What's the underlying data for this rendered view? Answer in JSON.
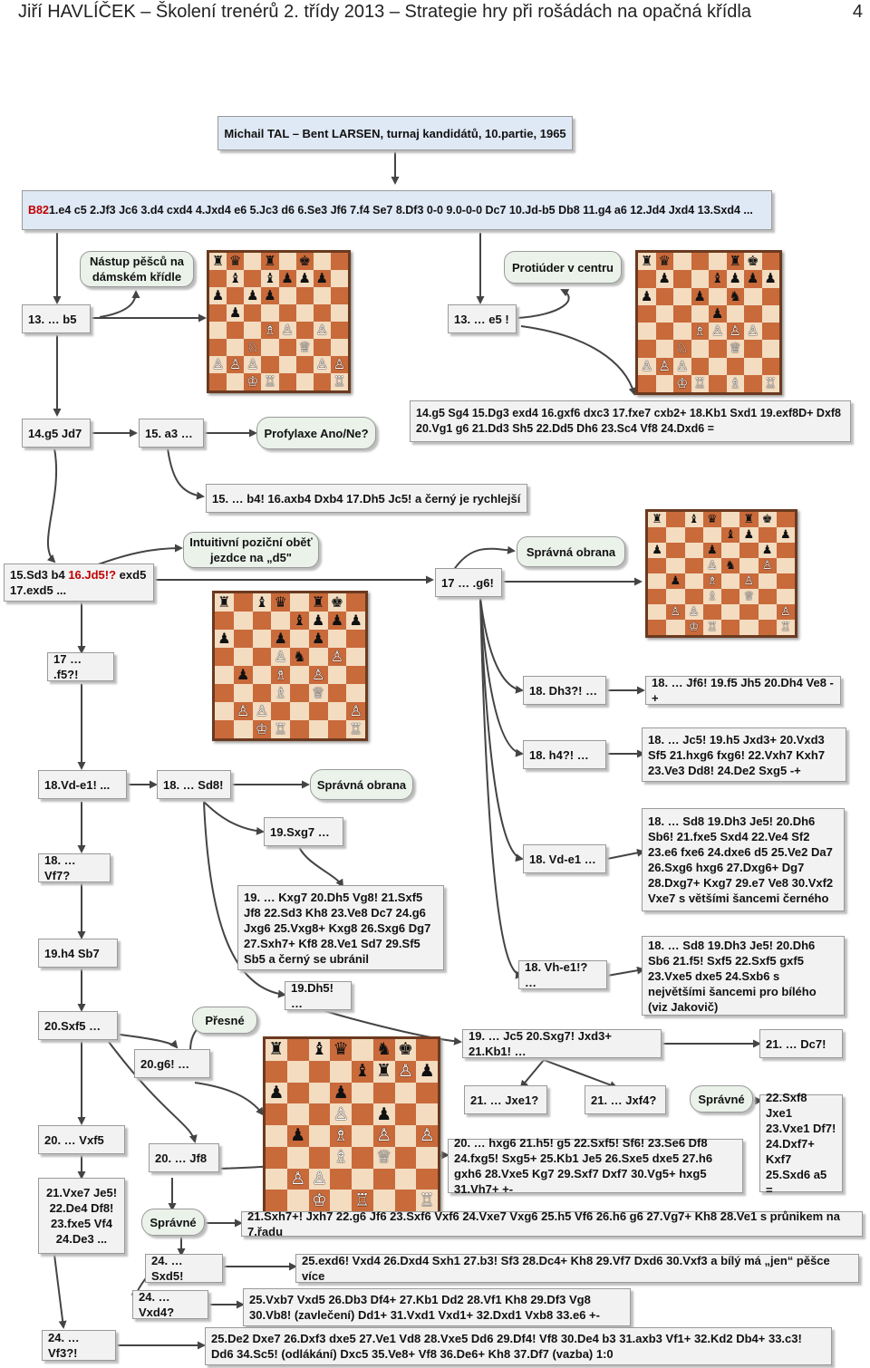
{
  "header": {
    "title": "Jiří HAVLÍČEK – Školení trenérů 2. třídy 2013 – Strategie hry při rošádách na opačná křídla",
    "page": "4"
  },
  "game": "Michail TAL – Bent LARSEN, turnaj kandidátů, 10.partie, 1965",
  "opening": {
    "eco": "B82",
    "moves": " 1.e4 c5 2.Jf3 Jc6 3.d4 cxd4 4.Jxd4 e6 5.Jc3 d6 6.Se3 Jf6 7.f4 Se7 8.Df3 0-0 9.0-0-0 Dc7 10.Jd-b5 Db8 11.g4 a6 12.Jd4 Jxd4 13.Sxd4 ..."
  },
  "callouts": {
    "c1": "Nástup pěšců na\ndámském křídle",
    "c2": "Protiúder v centru",
    "c3": "Profylaxe  Ano/Ne?",
    "c4": "Intuitivní poziční oběť\njezdce na „d5\"",
    "c5": "Správná obrana",
    "c6": "Správná obrana",
    "c7": "Přesné",
    "c8": "Správné",
    "c9": "Správné"
  },
  "boxes": {
    "b1": "13. … b5",
    "b2": "13. … e5 !",
    "b3": "14.g5 Jd7",
    "b4": "15. a3 …",
    "b5": "14.g5 Sg4 15.Dg3 exd4 16.gxf6 dxc3 17.fxe7 cxb2+ 18.Kb1 Sxd1 19.exf8D+ Dxf8 20.Vg1 g6 21.Dd3 Sh5 22.Dd5 Dh6 23.Sc4 Vf8 24.Dxd6 =",
    "b6": "15. … b4! 16.axb4 Dxb4 17.Dh5 Jc5! a černý je rychlejší",
    "b7a": "15.Sd3 b4 ",
    "b7b": "16.Jd5!?",
    "b7c": " exd5\n17.exd5 ...",
    "b8": "17 … .g6!",
    "b9": "17 … .f5?!",
    "b10": "18. Dh3?! …",
    "b11": "18. … Jf6! 19.f5 Jh5 20.Dh4 Ve8 -+",
    "b12": "18. h4?! …",
    "b13": "18. … Jc5! 19.h5 Jxd3+  20.Vxd3 Sf5 21.hxg6 fxg6! 22.Vxh7 Kxh7 23.Ve3 Dd8! 24.De2 Sxg5  -+",
    "b14": "18.Vd-e1! ...",
    "b15": "18. … Sd8!",
    "b16": "19.Sxg7 …",
    "b17": "18. … Sd8 19.Dh3 Je5! 20.Dh6 Sb6! 21.fxe5 Sxd4 22.Ve4 Sf2 23.e6 fxe6 24.dxe6 d5 25.Ve2 Da7 26.Sxg6 hxg6 27.Dxg6+ Dg7 28.Dxg7+ Kxg7 29.e7 Ve8 30.Vxf2 Vxe7 s většími šancemi černého",
    "b18": "18. Vd-e1 …",
    "b19": "18. … Vf7?",
    "b20": "19. … Kxg7 20.Dh5 Vg8! 21.Sxf5 Jf8 22.Sd3 Kh8 23.Ve8 Dc7 24.g6 Jxg6 25.Vxg8+ Kxg8 26.Sxg6 Dg7 27.Sxh7+ Kf8 28.Ve1 Sd7 29.Sf5 Sb5 a černý se ubránil",
    "b21": "19.h4 Sb7",
    "b22": "18. … Sd8 19.Dh3 Je5! 20.Dh6 Sb6 21.f5! Sxf5 22.Sxf5 gxf5 23.Vxe5 dxe5 24.Sxb6 s největšími šancemi pro bílého (viz Jakovič)",
    "b23": "18. Vh-e1!? …",
    "b24": "19.Dh5! …",
    "b25": "20.Sxf5 …",
    "b26": "19. … Jc5 20.Sxg7! Jxd3+ 21.Kb1! …",
    "b27": "21. … Dc7!",
    "b28": "20.g6! …",
    "b29": "21. … Jxe1?",
    "b30": "21. … Jxf4?",
    "b31": "22.Sxf8 Jxe1 23.Vxe1 Df7! 24.Dxf7+ Kxf7 25.Sxd6 a5 =",
    "b32": "20. … Vxf5",
    "b33": "20. … Jf8",
    "b34": "20. … hxg6 21.h5! g5 22.Sxf5! Sf6! 23.Se6 Df8 24.fxg5! Sxg5+ 25.Kb1 Je5 26.Sxe5 dxe5 27.h6 gxh6 28.Vxe5 Kg7 29.Sxf7 Dxf7 30.Vg5+ hxg5 31.Vh7+ +-",
    "b35": "21.Vxe7 Je5!\n22.De4 Df8!\n23.fxe5 Vf4\n24.De3 ...",
    "b36": "21.Sxh7+! Jxh7 22.g6 Jf6 23.Sxf6 Vxf6 24.Vxe7 Vxg6 25.h5 Vf6 26.h6 g6 27.Vg7+ Kh8 28.Ve1 s průnikem na 7.řadu",
    "b37": "24. … Sxd5!",
    "b38": "25.exd6! Vxd4 26.Dxd4 Sxh1 27.b3! Sf3 28.Dc4+ Kh8 29.Vf7 Dxd6 30.Vxf3 a bílý má „jen“ pěšce více",
    "b39": "24. … Vxd4?",
    "b40": "25.Vxb7 Vxd5 26.Db3 Df4+ 27.Kb1 Dd2 28.Vf1 Kh8 29.Df3 Vg8 30.Vb8! (zavlečení) Dd1+ 31.Vxd1 Vxd1+ 32.Dxd1 Vxb8 33.e6 +-",
    "b41": "24. … Vf3?!",
    "b42": "25.De2 Dxe7 26.Dxf3 dxe5 27.Ve1 Vd8 28.Vxe5 Dd6 29.Df4! Vf8 30.De4 b3 31.axb3 Vf1+ 32.Kd2 Db4+ 33.c3! Dd6 34.Sc5! (odlákání) Dxc5 35.Ve8+ Vf8 36.De6+ Kh8 37.Df7 (vazba) 1:0"
  },
  "boards": [
    {
      "id": "board-1",
      "rows": [
        "♜♛.♜.♚..",
        ".♝.♝♟♟♟.",
        "♟.♟♟.....",
        ".♟.......",
        "...♗♙.♙.",
        "..♘..♕..",
        "♙♙♙...♙♙",
        "..♔♖...♖"
      ]
    },
    {
      "id": "board-2",
      "rows": [
        "♜♛...♜♚.",
        ".♟..♝♟♟♟",
        "♟..♟.♞..",
        "....♟...",
        "...♗♙♙♙.",
        "..♘..♕..",
        "♙♙♙.....",
        "..♔♖.♗.♖"
      ]
    },
    {
      "id": "board-3",
      "rows": [
        "♜.♝♛.♜♚.",
        "....♝♟.♟",
        "♟..♟..♟.",
        "...♙♞.♙.",
        ".♟.♗.♙..",
        "...♗.♕..",
        ".♙♙....♙",
        "..♔♖...♖"
      ]
    },
    {
      "id": "board-4",
      "rows": [
        "♜.♝♛.♜♚.",
        "....♝♟♟♟",
        "♟..♟.♟..",
        "...♙♞.♙.",
        ".♟.♗.♙..",
        "...♗.♕..",
        ".♙♙....♙",
        "..♔♖...♖"
      ]
    },
    {
      "id": "board-5",
      "rows": [
        "♜.♝♛.♞♚.",
        "....♝♜♙♟",
        "♟..♟....",
        "...♙.♟..",
        ".♟.♗.♙.♙",
        "...♗.♕..",
        ".♙♙.....",
        "..♔.♖..♖"
      ]
    }
  ]
}
